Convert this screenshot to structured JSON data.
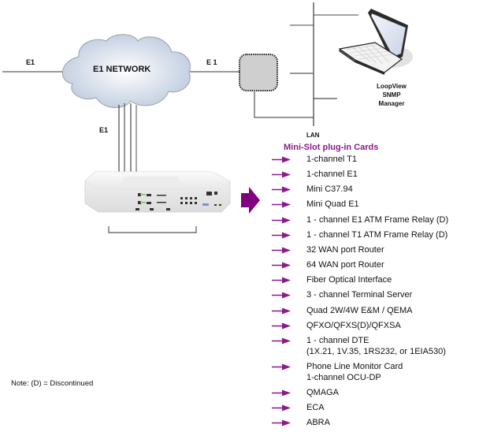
{
  "diagram": {
    "network": {
      "cloud_label": "E1  NETWORK",
      "left_link_label": "E1",
      "right_link_label": "E 1",
      "bottom_link_label": "E1"
    },
    "lan_label": "LAN",
    "manager_label": [
      "LoopView",
      "SNMP",
      "Manager"
    ],
    "cards": {
      "title": "Mini-Slot plug-in Cards",
      "arrow_color": "#8b1a8b",
      "items": [
        {
          "label": "1-channel T1",
          "arrow": true
        },
        {
          "label": "1-channel E1",
          "arrow": true
        },
        {
          "label": "Mini C37.94",
          "arrow": true
        },
        {
          "label": "Mini Quad E1",
          "arrow": true
        },
        {
          "label": "1 - channel E1 ATM Frame Relay (D)",
          "arrow": true
        },
        {
          "label": "1 - channel T1 ATM Frame Relay (D)",
          "arrow": true
        },
        {
          "label": "32 WAN port Router",
          "arrow": true
        },
        {
          "label": "64 WAN port Router",
          "arrow": true
        },
        {
          "label": "Fiber Optical Interface",
          "arrow": true
        },
        {
          "label": "3 - channel Terminal Server",
          "arrow": true
        },
        {
          "label": "Quad 2W/4W E&M / QEMA",
          "arrow": true
        },
        {
          "label": "QFXO/QFXS(D)/QFXSA",
          "arrow": true
        },
        {
          "label": "1 - channel DTE",
          "arrow": true
        },
        {
          "label": "(1X.21, 1V.35, 1RS232, or 1EIA530)",
          "arrow": false
        },
        {
          "label": "Phone Line Monitor Card",
          "arrow": true
        },
        {
          "label": "1-channel OCU-DP",
          "arrow": false
        },
        {
          "label": "QMAGA",
          "arrow": true
        },
        {
          "label": "ECA",
          "arrow": true
        },
        {
          "label": "ABRA",
          "arrow": true
        }
      ]
    },
    "note": "Note: (D) = Discontinued",
    "icons": {
      "cloud": "cloud-icon",
      "router": "router-box-icon",
      "laptop": "laptop-icon",
      "device": "network-device-icon",
      "big_arrow": "right-arrow-icon"
    }
  }
}
